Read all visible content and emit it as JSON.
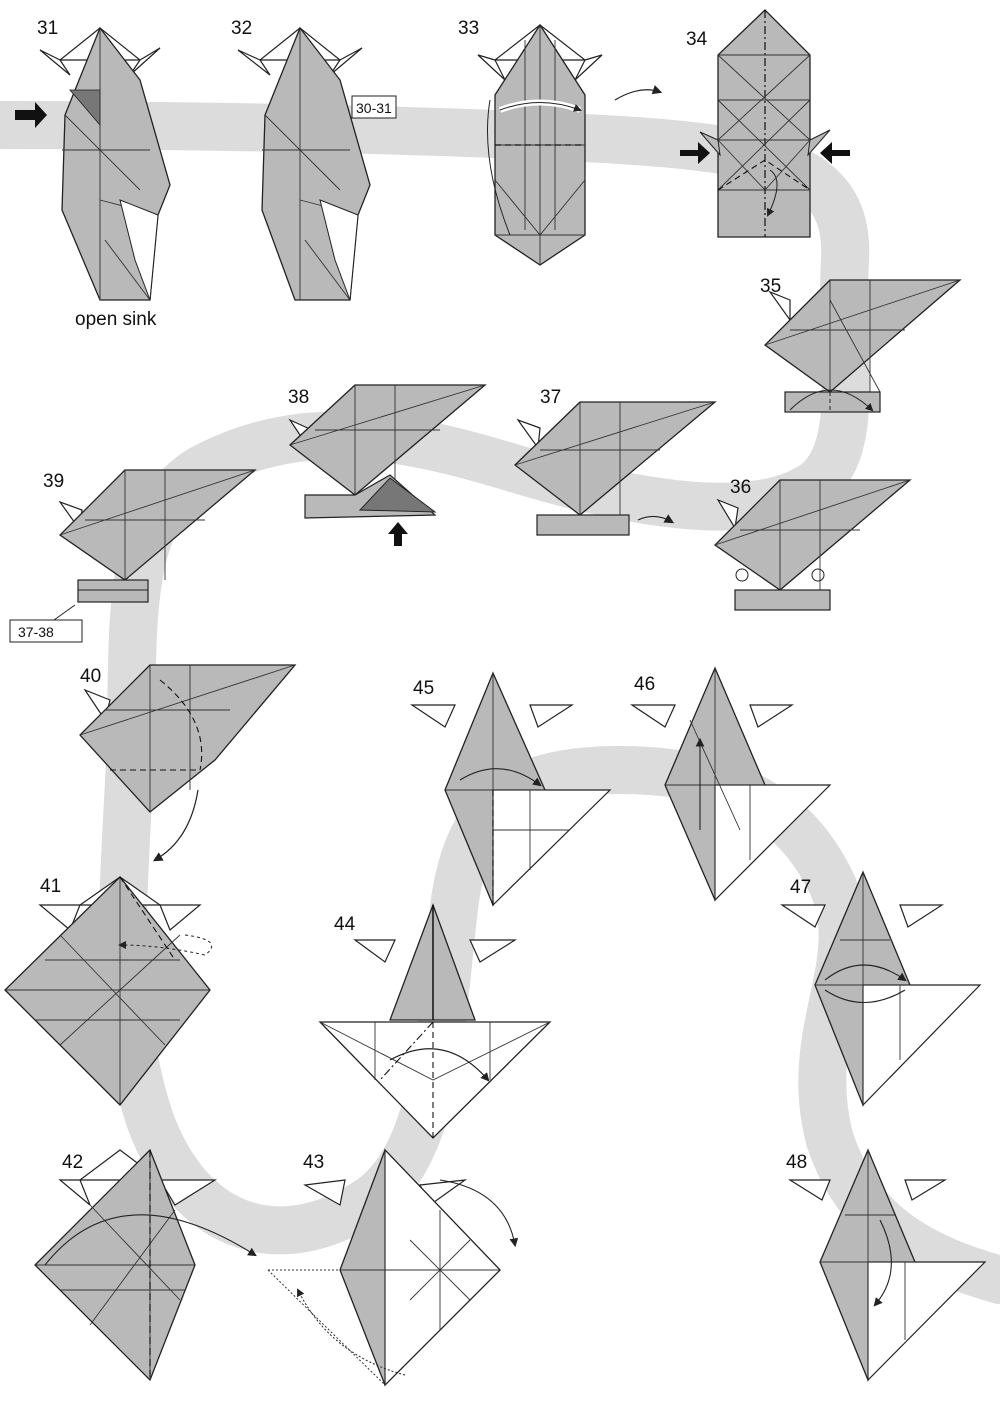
{
  "steps": [
    {
      "number": "31",
      "note": "open sink"
    },
    {
      "number": "32",
      "ref": "30-31"
    },
    {
      "number": "33"
    },
    {
      "number": "34"
    },
    {
      "number": "35"
    },
    {
      "number": "36"
    },
    {
      "number": "37"
    },
    {
      "number": "38"
    },
    {
      "number": "39",
      "ref": "37-38"
    },
    {
      "number": "40"
    },
    {
      "number": "41"
    },
    {
      "number": "42"
    },
    {
      "number": "43"
    },
    {
      "number": "44"
    },
    {
      "number": "45"
    },
    {
      "number": "46"
    },
    {
      "number": "47"
    },
    {
      "number": "48"
    }
  ],
  "colors": {
    "paper_gray": "#b9b9b9",
    "path_gray": "#dadada",
    "line": "#1a1a1a",
    "white": "#ffffff"
  }
}
